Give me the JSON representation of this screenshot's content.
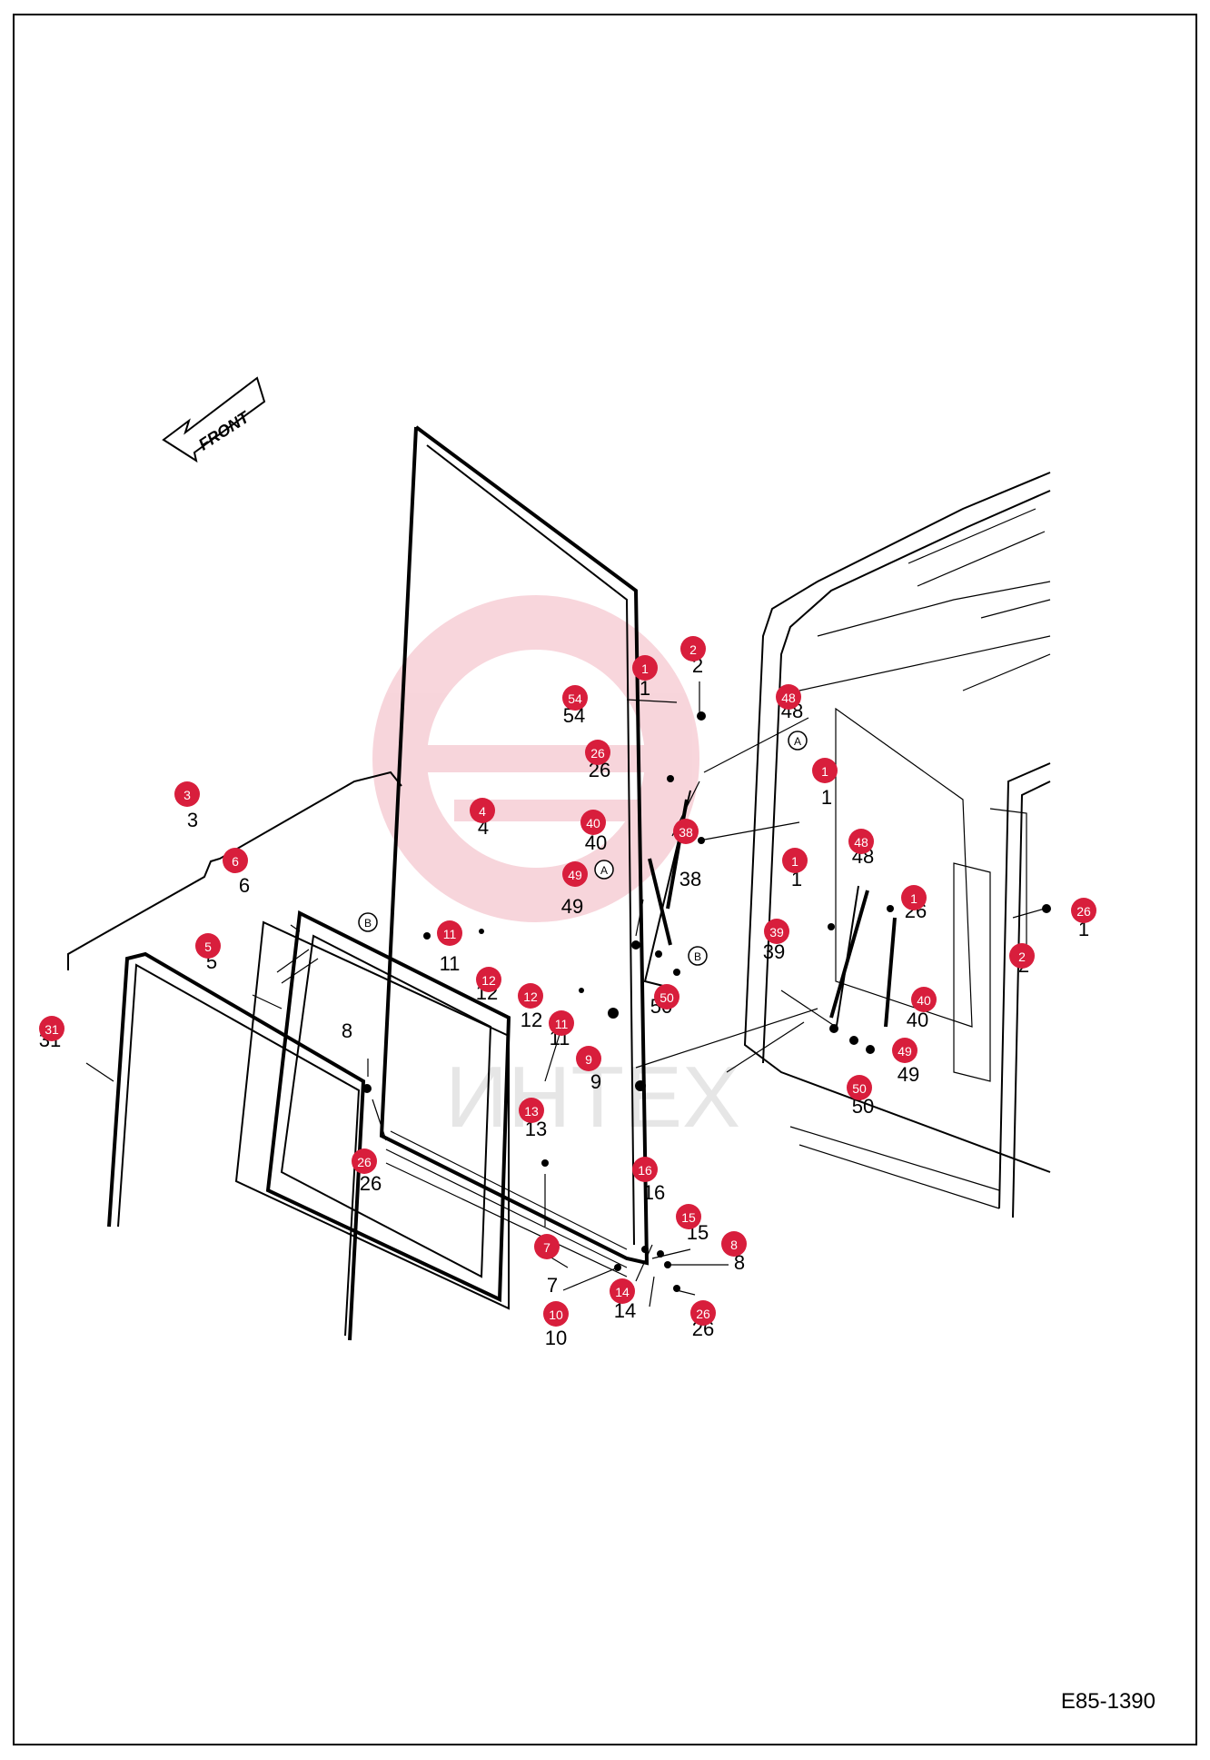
{
  "diagram": {
    "drawing_code": "E85-1390",
    "front_arrow_label": "FRONT",
    "watermark": "ИНТЕХ",
    "ref_markers": [
      "A",
      "B"
    ],
    "accent_color": "#d81e3c",
    "callouts": [
      {
        "n": "1"
      },
      {
        "n": "2"
      },
      {
        "n": "54"
      },
      {
        "n": "26"
      },
      {
        "n": "48"
      },
      {
        "n": "1"
      },
      {
        "n": "40"
      },
      {
        "n": "49"
      },
      {
        "n": "38"
      },
      {
        "n": "48"
      },
      {
        "n": "1"
      },
      {
        "n": "26"
      },
      {
        "n": "1"
      },
      {
        "n": "2"
      },
      {
        "n": "39"
      },
      {
        "n": "40"
      },
      {
        "n": "49"
      },
      {
        "n": "50"
      },
      {
        "n": "50"
      },
      {
        "n": "3"
      },
      {
        "n": "6"
      },
      {
        "n": "4"
      },
      {
        "n": "11"
      },
      {
        "n": "12"
      },
      {
        "n": "5"
      },
      {
        "n": "12"
      },
      {
        "n": "11"
      },
      {
        "n": "9"
      },
      {
        "n": "31"
      },
      {
        "n": "13"
      },
      {
        "n": "26"
      },
      {
        "n": "16"
      },
      {
        "n": "15"
      },
      {
        "n": "8"
      },
      {
        "n": "7"
      },
      {
        "n": "14"
      },
      {
        "n": "10"
      },
      {
        "n": "26"
      }
    ],
    "part_labels": [
      {
        "t": "1"
      },
      {
        "t": "2"
      },
      {
        "t": "54"
      },
      {
        "t": "26"
      },
      {
        "t": "48"
      },
      {
        "t": "1"
      },
      {
        "t": "40"
      },
      {
        "t": "49"
      },
      {
        "t": "38"
      },
      {
        "t": "48"
      },
      {
        "t": "1"
      },
      {
        "t": "26"
      },
      {
        "t": "1"
      },
      {
        "t": "2"
      },
      {
        "t": "39"
      },
      {
        "t": "40"
      },
      {
        "t": "49"
      },
      {
        "t": "50"
      },
      {
        "t": "50"
      },
      {
        "t": "3"
      },
      {
        "t": "6"
      },
      {
        "t": "4"
      },
      {
        "t": "11"
      },
      {
        "t": "12"
      },
      {
        "t": "5"
      },
      {
        "t": "12"
      },
      {
        "t": "11"
      },
      {
        "t": "9"
      },
      {
        "t": "31"
      },
      {
        "t": "13"
      },
      {
        "t": "8"
      },
      {
        "t": "26"
      },
      {
        "t": "16"
      },
      {
        "t": "15"
      },
      {
        "t": "8"
      },
      {
        "t": "7"
      },
      {
        "t": "14"
      },
      {
        "t": "10"
      },
      {
        "t": "26"
      }
    ]
  }
}
